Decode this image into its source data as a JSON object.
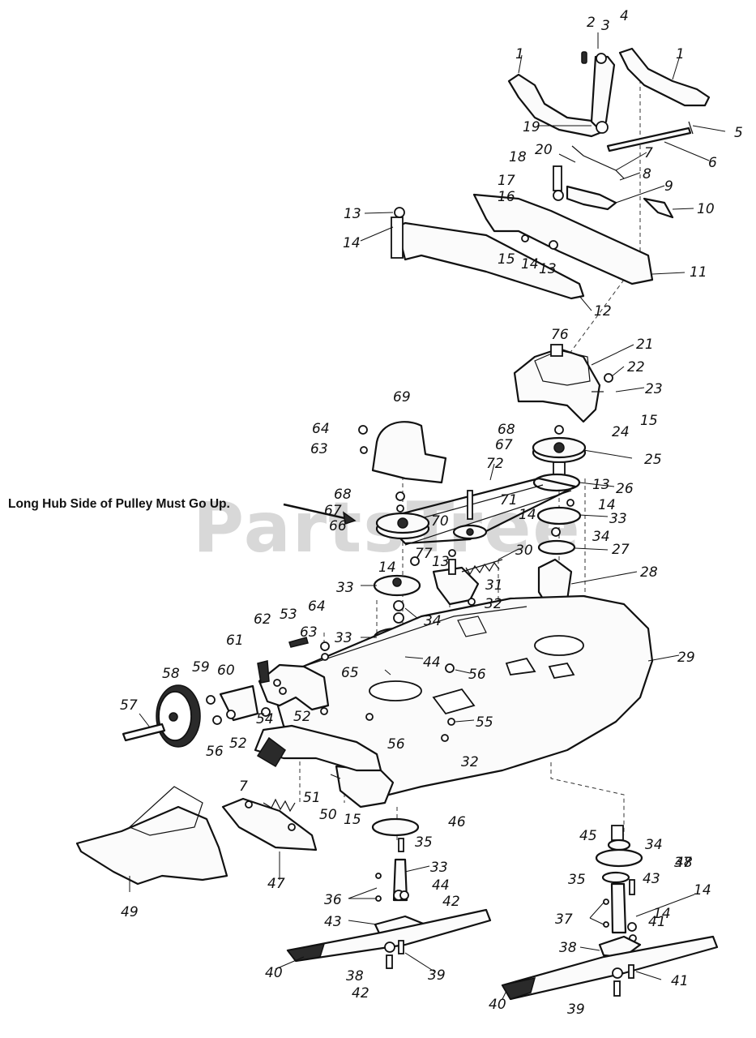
{
  "diagram": {
    "watermark": "PartsTree",
    "note": "Long Hub Side of Pulley Must Go Up.",
    "labels": [
      "1",
      "2",
      "3",
      "4",
      "1",
      "5",
      "6",
      "19",
      "20",
      "7",
      "8",
      "18",
      "17",
      "9",
      "16",
      "10",
      "13",
      "14",
      "15",
      "14",
      "13",
      "11",
      "12",
      "76",
      "21",
      "22",
      "23",
      "15",
      "24",
      "69",
      "64",
      "63",
      "68",
      "67",
      "25",
      "26",
      "72",
      "68",
      "67",
      "71",
      "14",
      "13",
      "14",
      "33",
      "70",
      "66",
      "34",
      "27",
      "77",
      "13",
      "30",
      "14",
      "31",
      "28",
      "33",
      "32",
      "34",
      "33",
      "53",
      "64",
      "44",
      "56",
      "62",
      "63",
      "29",
      "61",
      "65",
      "58",
      "59",
      "60",
      "54",
      "52",
      "57",
      "55",
      "56",
      "52",
      "56",
      "32",
      "7",
      "51",
      "50",
      "15",
      "46",
      "35",
      "45",
      "34",
      "48",
      "49",
      "47",
      "33",
      "37",
      "44",
      "35",
      "43",
      "36",
      "14",
      "42",
      "43",
      "37",
      "14",
      "41",
      "40",
      "38",
      "39",
      "42",
      "38",
      "41",
      "40",
      "39"
    ]
  }
}
